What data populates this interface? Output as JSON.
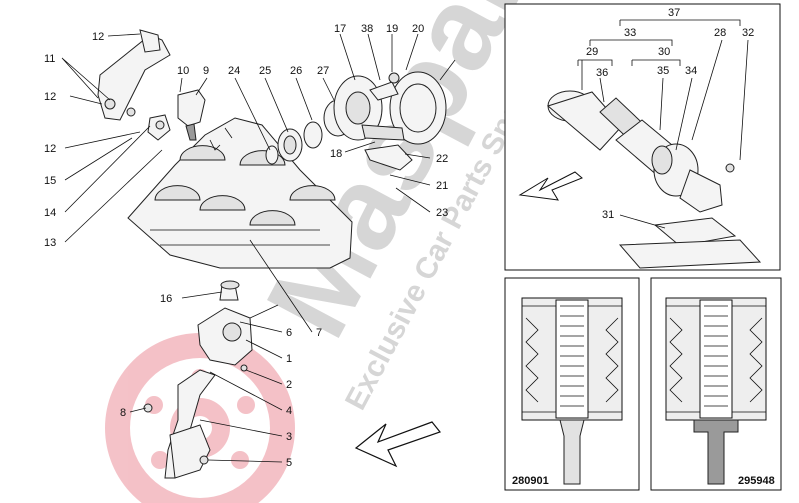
{
  "watermark": {
    "brand": "Masparts",
    "tagline": "Exclusive Car Parts Specialist"
  },
  "callouts": {
    "c1": "1",
    "c2": "2",
    "c3": "3",
    "c4": "4",
    "c5": "5",
    "c6": "6",
    "c7": "7",
    "c8": "8",
    "c9": "9",
    "c10": "10",
    "c11": "11",
    "c12a": "12",
    "c12b": "12",
    "c12c": "12",
    "c13": "13",
    "c14": "14",
    "c15": "15",
    "c16": "16",
    "c17": "17",
    "c18": "18",
    "c19": "19",
    "c20": "20",
    "c21": "21",
    "c22": "22",
    "c23": "23",
    "c24": "24",
    "c25": "25",
    "c26": "26",
    "c27": "27",
    "c28": "28",
    "c29": "29",
    "c30": "30",
    "c31": "31",
    "c32": "32",
    "c33": "33",
    "c34": "34",
    "c35": "35",
    "c36": "36",
    "c37": "37",
    "c38": "38"
  },
  "panels": {
    "variant_a": "280901",
    "variant_b": "295948"
  },
  "colors": {
    "line": "#111111",
    "watermark": "#d6d6d6",
    "logo": "#e05060"
  }
}
